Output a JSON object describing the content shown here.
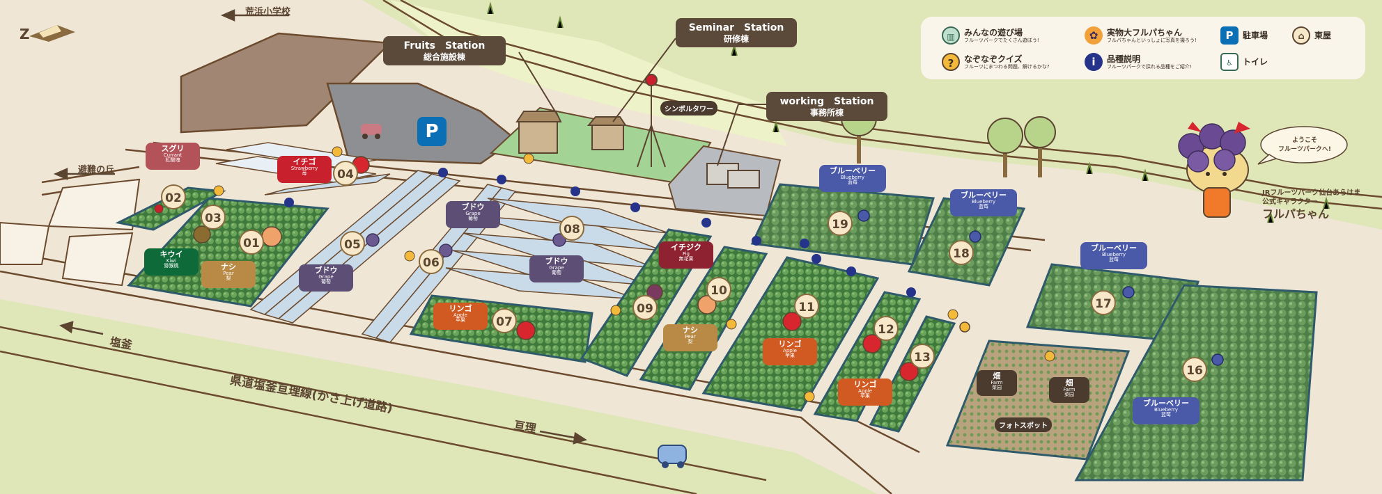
{
  "map": {
    "direction_labels": {
      "school": "荒浜小学校",
      "hill": "避難の丘",
      "shiogama": "塩釜",
      "watari": "亘理",
      "road": "県道塩釜亘理線(かさ上げ道路)"
    },
    "stations": {
      "fruits": {
        "en": "Fruits　Station",
        "ja": "総合施設棟"
      },
      "seminar": {
        "en": "Seminar　Station",
        "ja": "研修棟"
      },
      "working": {
        "en": "working　Station",
        "ja": "事務所棟"
      }
    },
    "symbol_tower": "シンボルタワー",
    "photo_spot": "フォトスポット",
    "parking_letter": "P",
    "fields": [
      {
        "id": "01",
        "label": "01"
      },
      {
        "id": "02",
        "label": "02"
      },
      {
        "id": "03",
        "label": "03"
      },
      {
        "id": "04",
        "label": "04"
      },
      {
        "id": "05",
        "label": "05"
      },
      {
        "id": "06",
        "label": "06"
      },
      {
        "id": "07",
        "label": "07"
      },
      {
        "id": "08",
        "label": "08"
      },
      {
        "id": "09",
        "label": "09"
      },
      {
        "id": "10",
        "label": "10"
      },
      {
        "id": "11",
        "label": "11"
      },
      {
        "id": "12",
        "label": "12"
      },
      {
        "id": "13",
        "label": "13"
      },
      {
        "id": "16",
        "label": "16"
      },
      {
        "id": "17",
        "label": "17"
      },
      {
        "id": "18",
        "label": "18"
      },
      {
        "id": "19",
        "label": "19"
      }
    ],
    "fruit_tags": [
      {
        "ja": "スグリ",
        "en": "Currant",
        "kanji": "紅酸塊",
        "color": "#b4525a"
      },
      {
        "ja": "イチゴ",
        "en": "Strawberry",
        "kanji": "苺",
        "color": "#c8202c"
      },
      {
        "ja": "キウイ",
        "en": "Kiwi",
        "kanji": "猕猴桃",
        "color": "#0f6a3a"
      },
      {
        "ja": "ナシ",
        "en": "Pear",
        "kanji": "梨",
        "color": "#b98a45"
      },
      {
        "ja": "ブドウ",
        "en": "Grape",
        "kanji": "葡萄",
        "color": "#5c4e74"
      },
      {
        "ja": "ブドウ",
        "en": "Grape",
        "kanji": "葡萄",
        "color": "#5c4e74"
      },
      {
        "ja": "ブドウ",
        "en": "Grape",
        "kanji": "葡萄",
        "color": "#5c4e74"
      },
      {
        "ja": "リンゴ",
        "en": "Apple",
        "kanji": "苹果",
        "color": "#d05a22"
      },
      {
        "ja": "イチジク",
        "en": "Fig",
        "kanji": "無花果",
        "color": "#8e2230"
      },
      {
        "ja": "ナシ",
        "en": "Pear",
        "kanji": "梨",
        "color": "#b98a45"
      },
      {
        "ja": "リンゴ",
        "en": "Apple",
        "kanji": "苹果",
        "color": "#d05a22"
      },
      {
        "ja": "リンゴ",
        "en": "Apple",
        "kanji": "苹果",
        "color": "#d05a22"
      },
      {
        "ja": "ブルーベリー",
        "en": "Blueberry",
        "kanji": "蓝莓",
        "color": "#4a5aa8"
      },
      {
        "ja": "ブルーベリー",
        "en": "Blueberry",
        "kanji": "蓝莓",
        "color": "#4a5aa8"
      },
      {
        "ja": "ブルーベリー",
        "en": "Blueberry",
        "kanji": "蓝莓",
        "color": "#4a5aa8"
      },
      {
        "ja": "ブルーベリー",
        "en": "Blueberry",
        "kanji": "蓝莓",
        "color": "#4a5aa8"
      }
    ],
    "farm_tags": [
      {
        "ja": "畑",
        "en": "Farm",
        "kanji": "菜园"
      },
      {
        "ja": "畑",
        "en": "Farm",
        "kanji": "菜园"
      }
    ]
  },
  "legend": {
    "playground": {
      "title": "みんなの遊び場",
      "desc": "フルーツパークでたくさん遊ぼう!"
    },
    "mascot_statue": {
      "title": "実物大フルパちゃん",
      "desc": "フルパちゃんといっしょに写真を撮ろう!"
    },
    "parking": {
      "title": "駐車場",
      "icon": "P"
    },
    "arbor": {
      "title": "東屋"
    },
    "quiz": {
      "title": "なぞなぞクイズ",
      "desc": "フルーツにまつわる問題、解けるかな?",
      "icon": "?"
    },
    "variety": {
      "title": "品種説明",
      "desc": "フルーツパークで採れる品種をご紹介!",
      "icon": "i"
    },
    "toilet": {
      "title": "トイレ"
    }
  },
  "mascot": {
    "speech": "ようこそ\nフルーツパークへ!",
    "line1": "JRフルーツパーク仙台あらはま",
    "line2": "公式キャラクター",
    "name": "フルパちゃん"
  },
  "colors": {
    "background": "#efe6d6",
    "grass": "#dfe6b8",
    "road": "#e9e0cf",
    "road_edge": "#6b4a2e",
    "orchard": "#4e8a4a",
    "greenhouse": "#c9dbe8",
    "parking": "#8e8f92",
    "info_blue": "#25338a",
    "quiz_yellow": "#f2b93a",
    "parking_blue": "#0a6fb4"
  }
}
